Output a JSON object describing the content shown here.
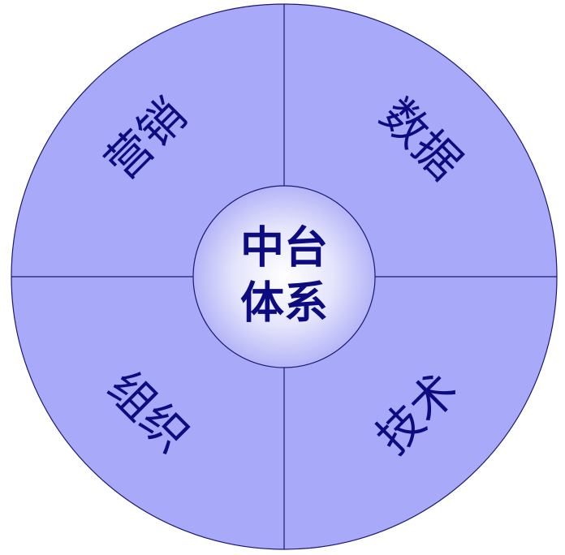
{
  "diagram": {
    "center": {
      "line1": "中台",
      "line2": "体系"
    },
    "quadrants": {
      "top_left": "营销",
      "top_right": "数据",
      "bottom_left": "组织",
      "bottom_right": "技术"
    },
    "colors": {
      "fill": "#a9a9f9",
      "stroke": "#1a1a70",
      "text": "#0c0c80",
      "center_inner": "#ffffff"
    }
  }
}
